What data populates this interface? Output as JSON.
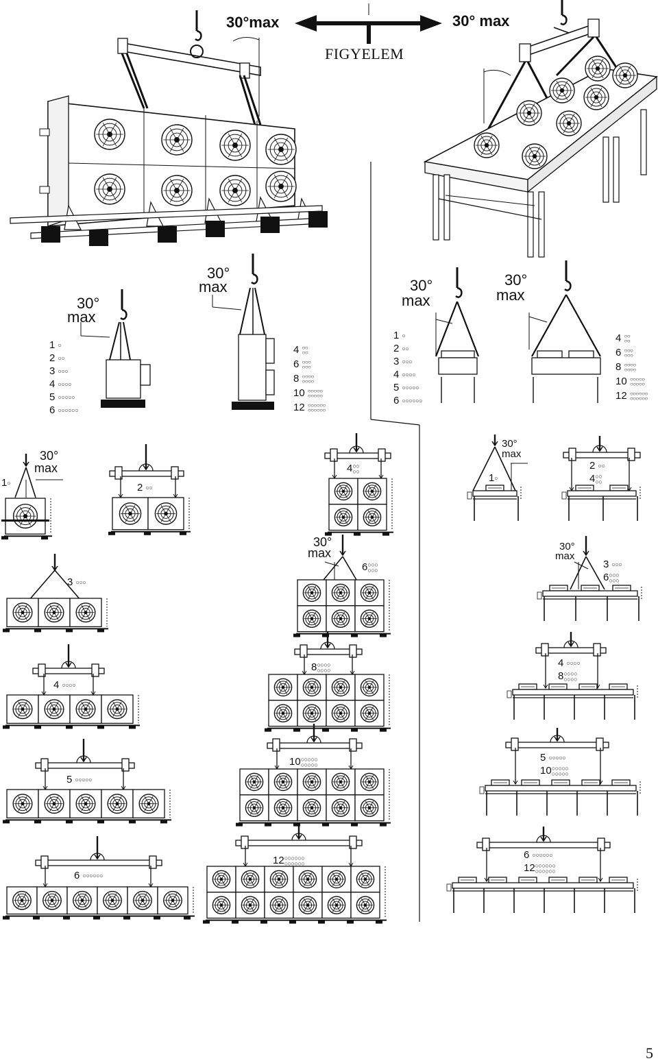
{
  "header": {
    "warning_title": "FIGYELEM",
    "angle_left": "30°max",
    "angle_right": "30° max"
  },
  "angle_text": "30°",
  "angle_max": "max",
  "dot_glyph": "○",
  "count_list_a": [
    {
      "n": "1",
      "dots": 1
    },
    {
      "n": "2",
      "dots": 2
    },
    {
      "n": "3",
      "dots": 3
    },
    {
      "n": "4",
      "dots": 4
    },
    {
      "n": "5",
      "dots": 5
    },
    {
      "n": "6",
      "dots": 6
    }
  ],
  "count_list_b": [
    {
      "n": "4",
      "dots": 4
    },
    {
      "n": "6",
      "dots": 6
    },
    {
      "n": "8",
      "dots": 8
    },
    {
      "n": "10",
      "dots": 10
    },
    {
      "n": "12",
      "dots": 12
    }
  ],
  "panels": {
    "h1": {
      "label": "1",
      "dots": 1
    },
    "h2": {
      "label": "2",
      "dots": 2
    },
    "h3": {
      "label": "3",
      "dots": 3
    },
    "h4": {
      "label": "4",
      "dots": 4
    },
    "h5": {
      "label": "5",
      "dots": 5
    },
    "h6": {
      "label": "6",
      "dots": 6
    },
    "d4": {
      "label": "4",
      "dots": 4
    },
    "d6": {
      "label": "6",
      "dots": 6
    },
    "d8": {
      "label": "8",
      "dots": 8
    },
    "d10": {
      "label": "10",
      "dots": 10
    },
    "d12": {
      "label": "12",
      "dots": 12
    },
    "v1": {
      "label": "1",
      "dots": 1
    },
    "v24": {
      "l1": "2",
      "d1": 2,
      "l2": "4",
      "d2": 4
    },
    "v36": {
      "l1": "3",
      "d1": 3,
      "l2": "6",
      "d2": 6
    },
    "v48": {
      "l1": "4",
      "d1": 4,
      "l2": "8",
      "d2": 8
    },
    "v510": {
      "l1": "5",
      "d1": 5,
      "l2": "10",
      "d2": 10
    },
    "v612": {
      "l1": "6",
      "d1": 6,
      "l2": "12",
      "d2": 12
    }
  },
  "page_number": "5"
}
